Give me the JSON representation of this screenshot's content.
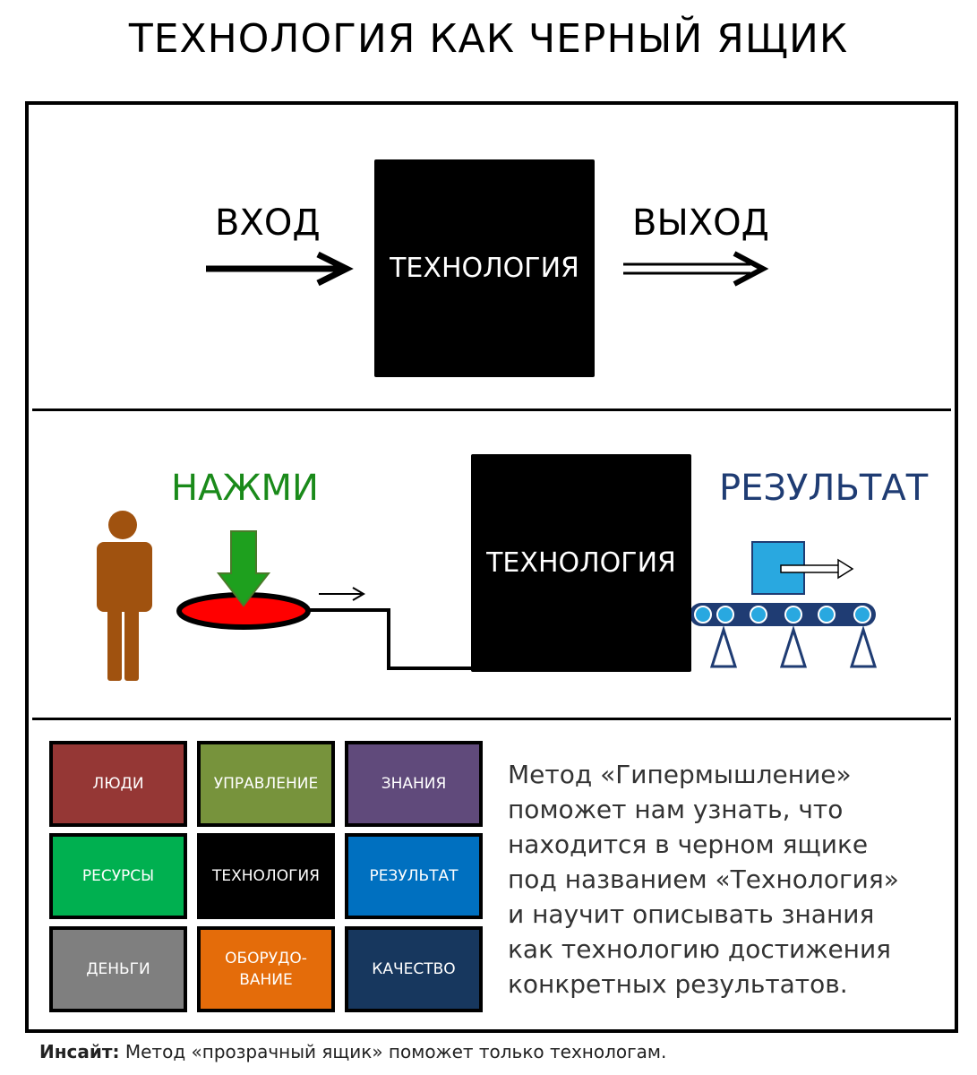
{
  "title": "ТЕХНОЛОГИЯ КАК ЧЕРНЫЙ ЯЩИК",
  "panel1": {
    "input_label": "ВХОД",
    "box_label": "ТЕХНОЛОГИЯ",
    "output_label": "ВЫХОД"
  },
  "panel2": {
    "press_label": "НАЖМИ",
    "box_label": "ТЕХНОЛОГИЯ",
    "result_label": "РЕЗУЛЬТАТ",
    "colors": {
      "press": "#1a8a1a",
      "result": "#1f3c73",
      "person": "#a0520f",
      "button_red": "#ff0000",
      "arrow_green": "#1ea01e",
      "package_blue": "#29a8e0",
      "conveyor": "#1f3c73"
    }
  },
  "panel3": {
    "tiles": [
      {
        "label": "ЛЮДИ",
        "color": "#953735"
      },
      {
        "label": "УПРАВЛЕНИЕ",
        "color": "#77933c"
      },
      {
        "label": "ЗНАНИЯ",
        "color": "#604a7b"
      },
      {
        "label": "РЕСУРСЫ",
        "color": "#00b050"
      },
      {
        "label": "ТЕХНОЛОГИЯ",
        "color": "#000000"
      },
      {
        "label": "РЕЗУЛЬТАТ",
        "color": "#0070c0"
      },
      {
        "label": "ДЕНЬГИ",
        "color": "#7f7f7f"
      },
      {
        "label": "ОБОРУДО-\nВАНИЕ",
        "color": "#e46c0a"
      },
      {
        "label": "КАЧЕСТВО",
        "color": "#17375e"
      }
    ],
    "method_lines": [
      "Метод «Гипермышление»",
      "поможет нам узнать, что",
      "находится в черном ящике",
      "под названием «Технология»",
      "и научит описывать знания",
      "как технологию достижения",
      "конкретных результатов."
    ]
  },
  "insight": {
    "label": "Инсайт:",
    "text": "Метод «прозрачный ящик» поможет только технологам."
  }
}
